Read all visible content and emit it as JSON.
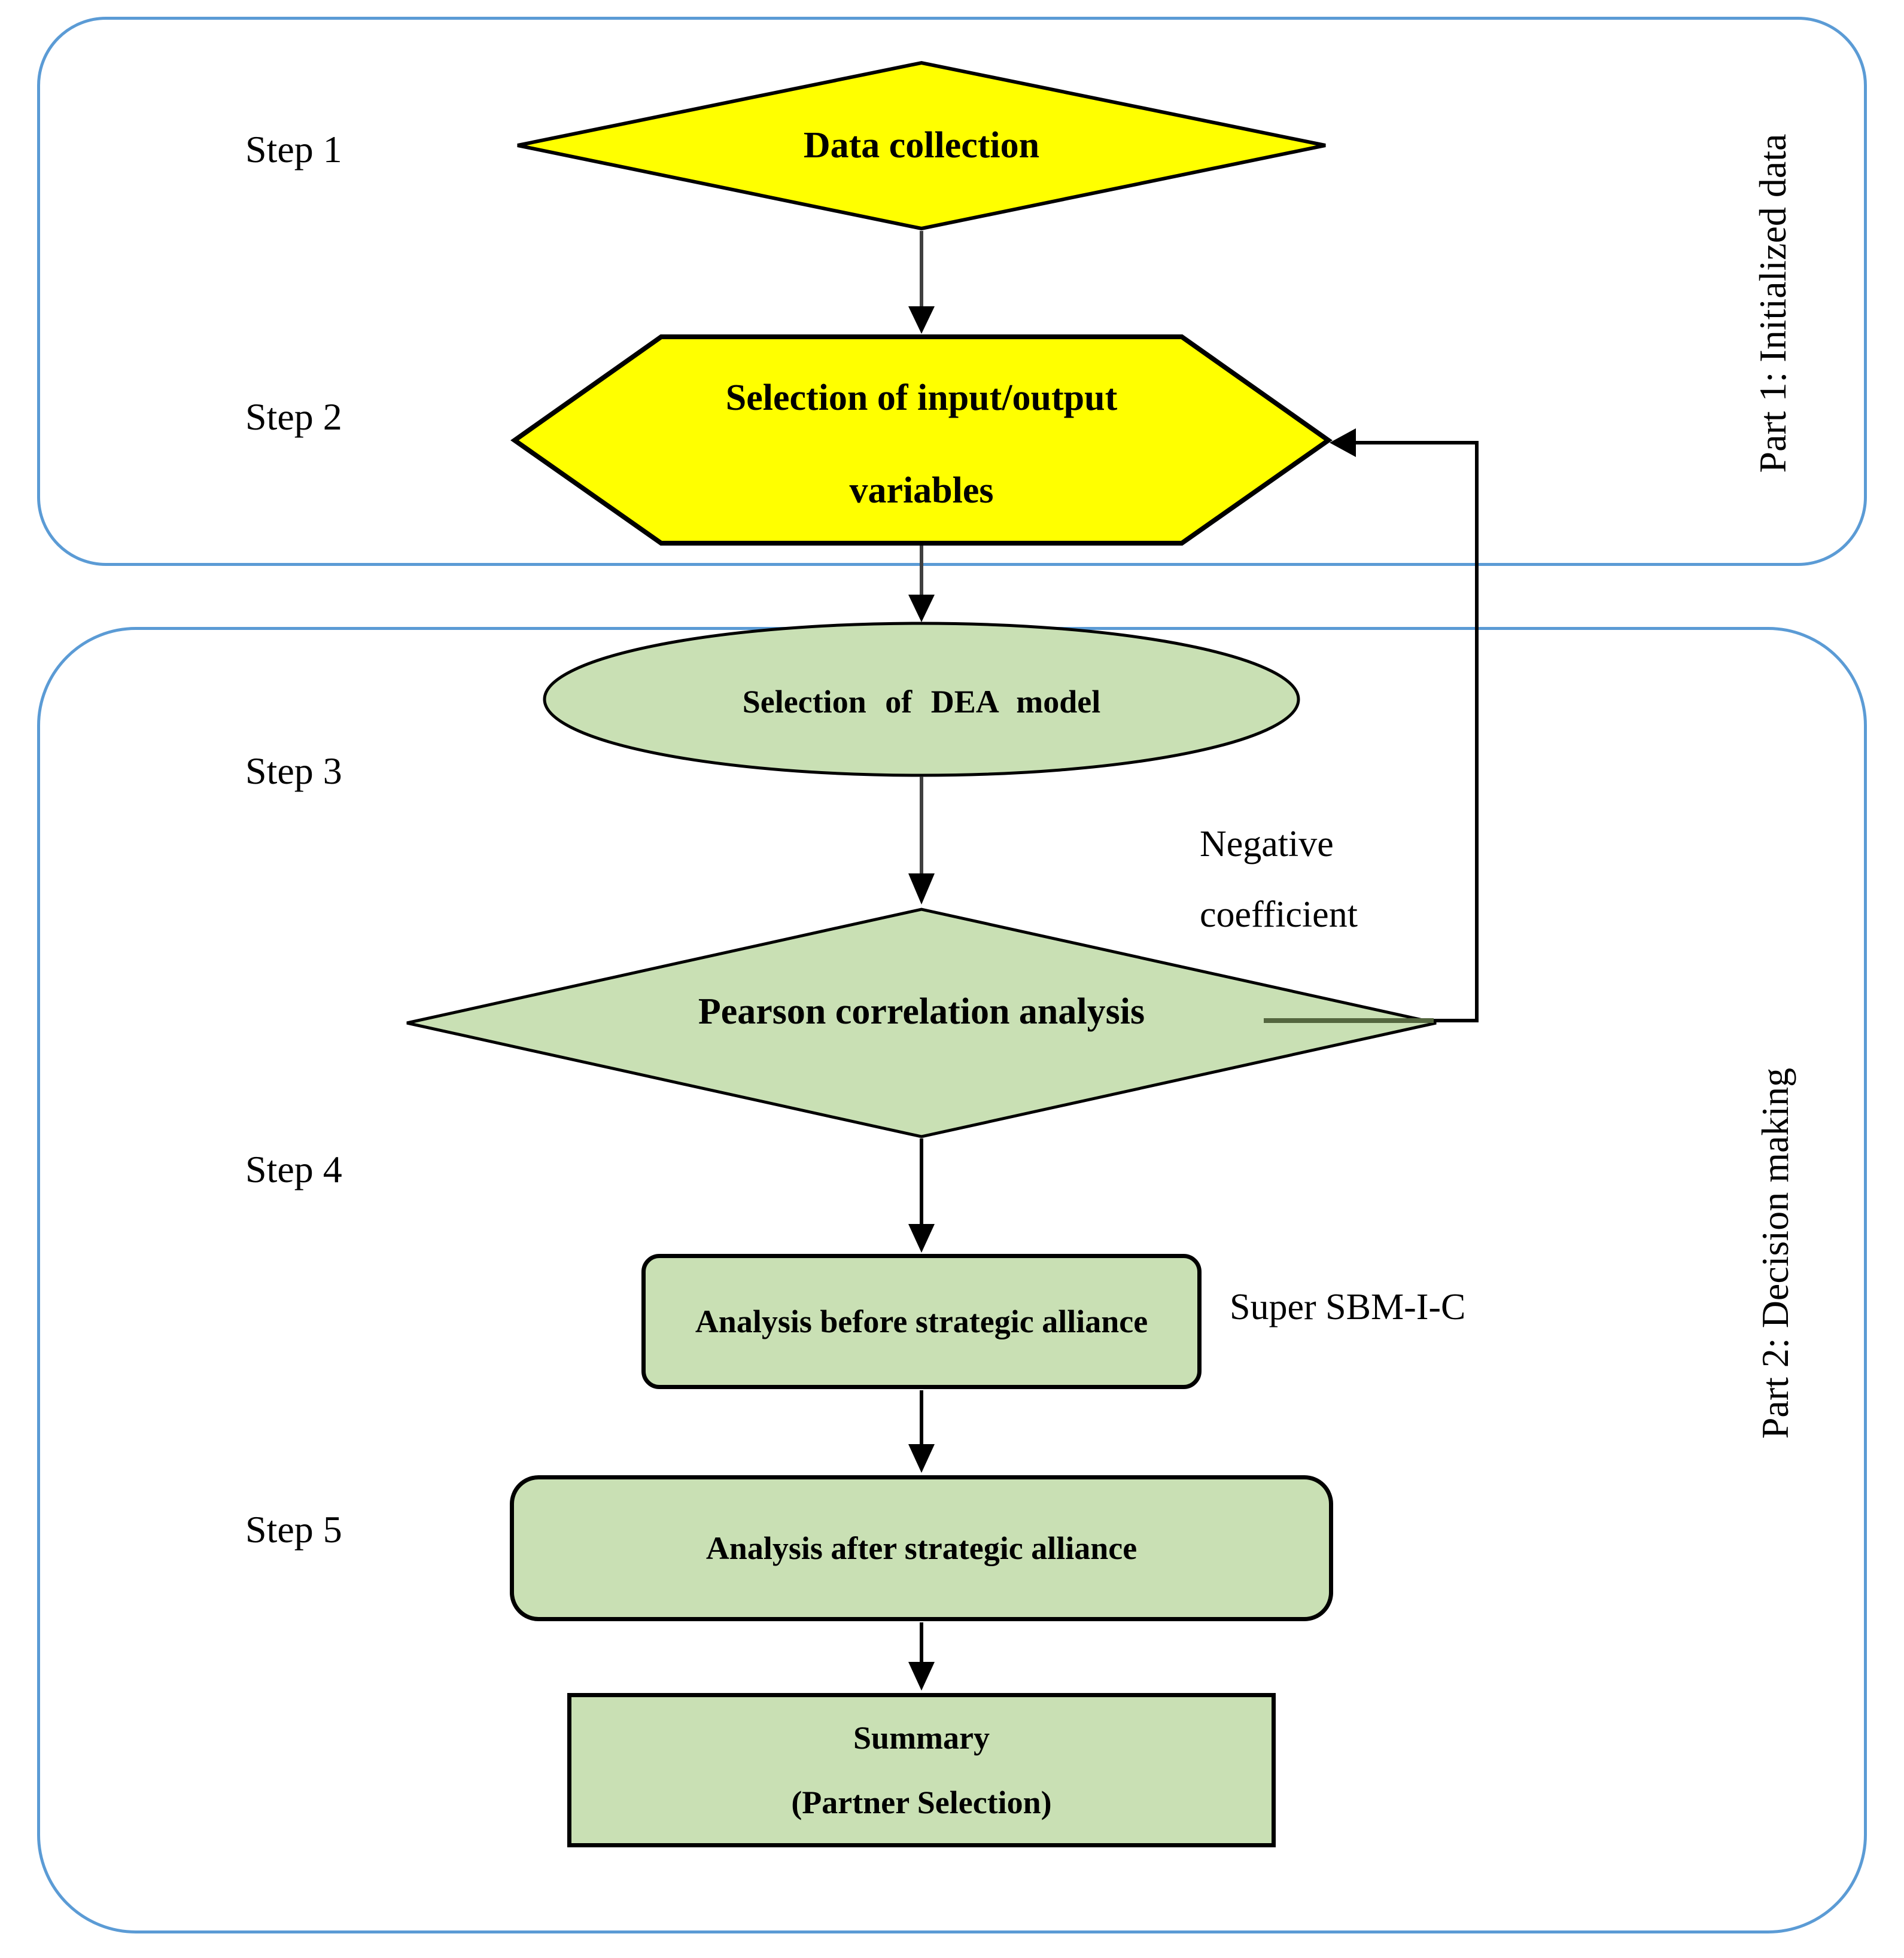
{
  "figure": {
    "part1": {
      "label": "Part 1: Initialized data"
    },
    "part2": {
      "label": "Part 2: Decision making"
    },
    "steps": [
      {
        "label": "Step 1"
      },
      {
        "label": "Step 2"
      },
      {
        "label": "Step 3"
      },
      {
        "label": "Step 4"
      },
      {
        "label": "Step 5"
      }
    ],
    "nodes": {
      "data_collection": "Data collection",
      "io_line1": "Selection of input/output",
      "io_line2": "variables",
      "dea_model": "Selection of DEA model",
      "pearson": "Pearson correlation analysis",
      "before_alliance": "Analysis before strategic alliance",
      "after_alliance": "Analysis after strategic alliance",
      "summary_line1": "Summary",
      "summary_line2": "(Partner Selection)"
    },
    "annotations": {
      "negative_line1": "Negative",
      "negative_line2": "coefficient",
      "super_sbm": "Super SBM-I-C"
    },
    "colors": {
      "step_shape_yellow": "#FFFF00",
      "decision_shape_green": "#C9E0B4",
      "container_border_blue": "#5B9BD5",
      "connector_gray": "#404040",
      "line_black": "#000000"
    }
  }
}
